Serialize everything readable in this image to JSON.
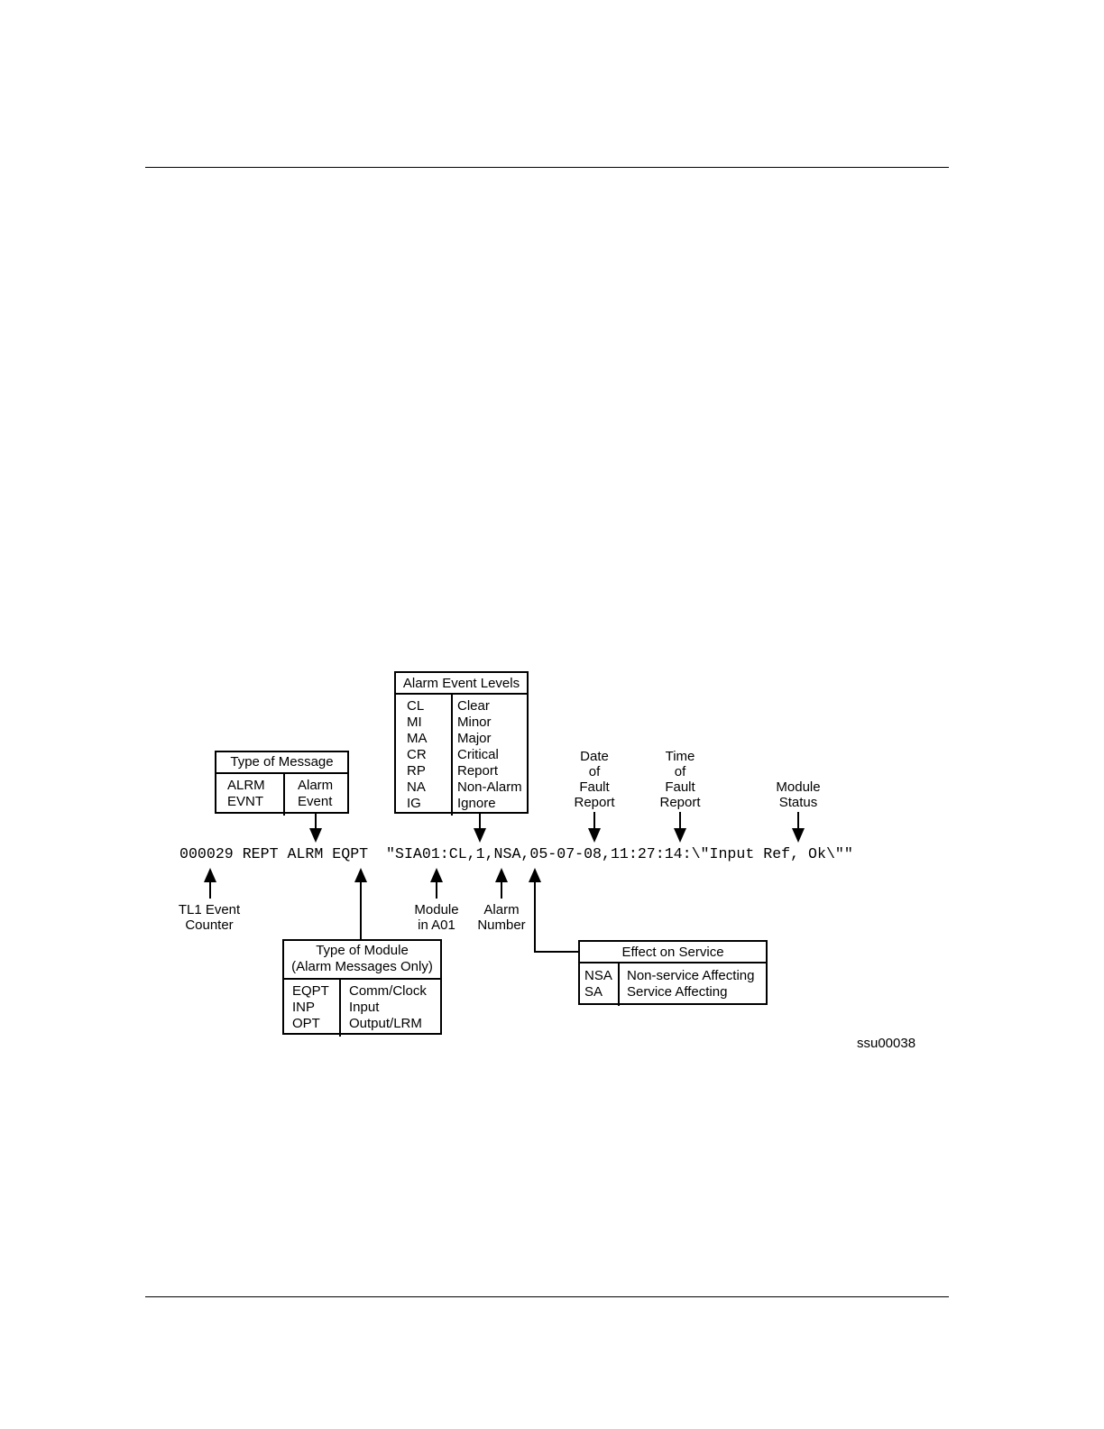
{
  "message_line": "000029 REPT ALRM EQPT  \"SIA01:CL,1,NSA,05-07-08,11:27:14:\\\"Input Ref, Ok\\\"\"",
  "type_of_message": {
    "title": "Type of Message",
    "codes": [
      "ALRM",
      "EVNT"
    ],
    "meanings": [
      "Alarm",
      "Event"
    ]
  },
  "alarm_event_levels": {
    "title": "Alarm Event Levels",
    "codes": [
      "CL",
      "MI",
      "MA",
      "CR",
      "RP",
      "NA",
      "IG"
    ],
    "meanings": [
      "Clear",
      "Minor",
      "Major",
      "Critical",
      "Report",
      "Non-Alarm",
      "Ignore"
    ]
  },
  "type_of_module": {
    "title_line1": "Type of Module",
    "title_line2": "(Alarm Messages Only)",
    "codes": [
      "EQPT",
      "INP",
      "OPT"
    ],
    "meanings": [
      "Comm/Clock",
      "Input",
      "Output/LRM"
    ]
  },
  "effect_on_service": {
    "title": "Effect on Service",
    "codes": [
      "NSA",
      "SA"
    ],
    "meanings": [
      "Non-service Affecting",
      "Service Affecting"
    ]
  },
  "labels": {
    "date": [
      "Date",
      "of",
      "Fault",
      "Report"
    ],
    "time": [
      "Time",
      "of",
      "Fault",
      "Report"
    ],
    "module_status": [
      "Module",
      "Status"
    ],
    "tl1_counter": [
      "TL1 Event",
      "Counter"
    ],
    "module_in_a01": [
      "Module",
      "in A01"
    ],
    "alarm_number": [
      "Alarm",
      "Number"
    ]
  },
  "figure_id": "ssu00038"
}
